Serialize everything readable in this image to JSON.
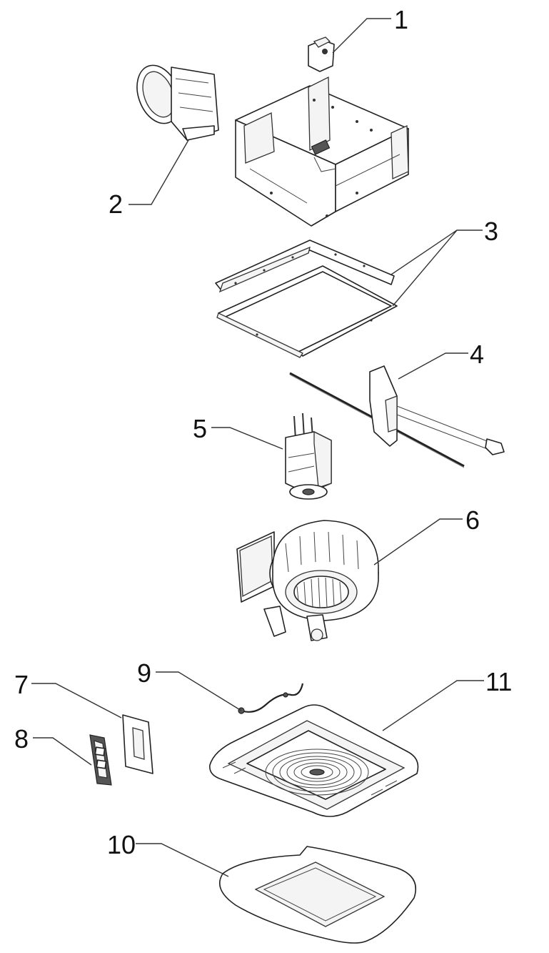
{
  "callouts": [
    {
      "num": "1"
    },
    {
      "num": "2"
    },
    {
      "num": "3"
    },
    {
      "num": "4"
    },
    {
      "num": "5"
    },
    {
      "num": "6"
    },
    {
      "num": "7"
    },
    {
      "num": "8"
    },
    {
      "num": "9"
    },
    {
      "num": "10"
    },
    {
      "num": "11"
    }
  ]
}
